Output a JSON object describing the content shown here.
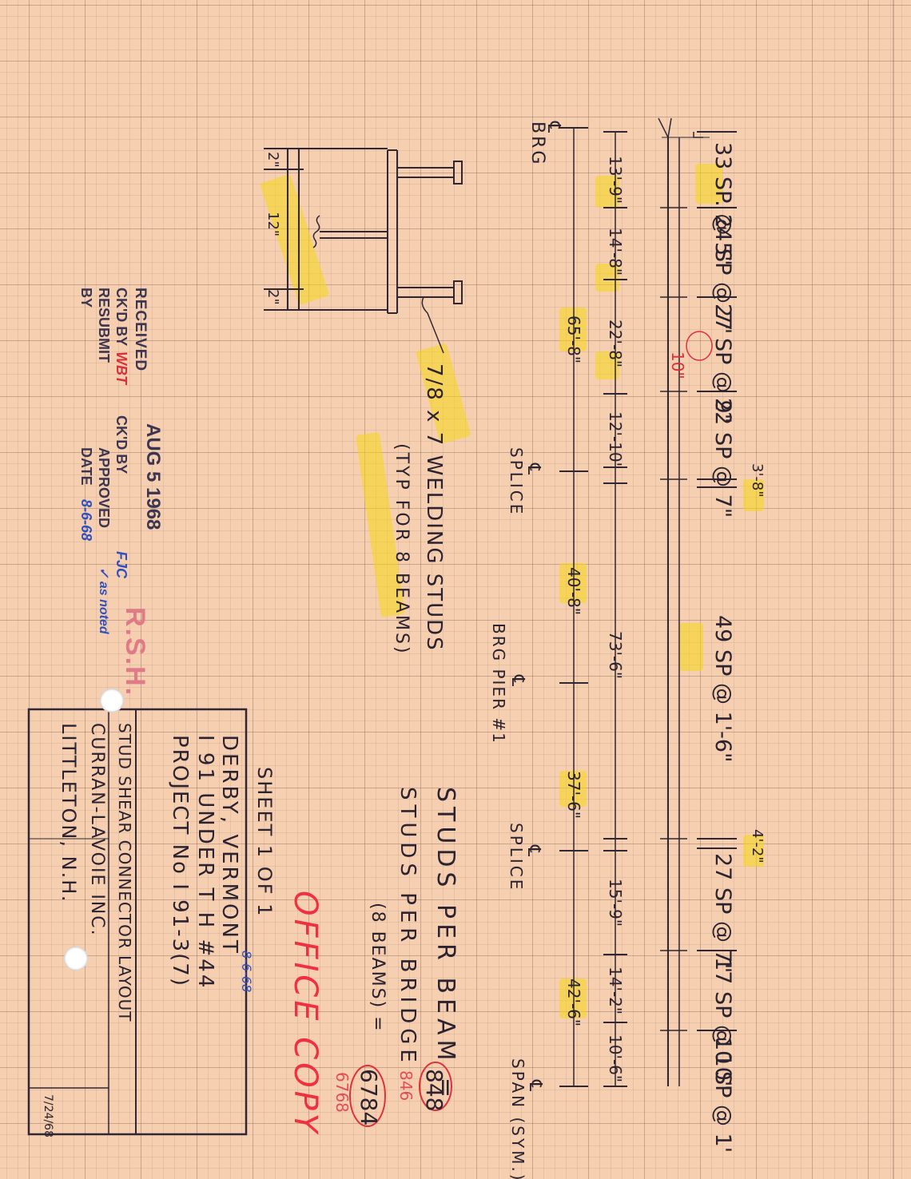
{
  "spans": [
    "33 SP. @ 5\"",
    "24 SP @ 7\"",
    "27 SP @ 9\"",
    "22 SP @ 7\"",
    "49 SP @ 1'-6\"",
    "27 SP @ 7\"",
    "17 SP @ 10\"",
    "10 SP @ 1'"
  ],
  "span_correction": "10\"",
  "gap_labels": [
    "3'-8\"",
    "4'-2\""
  ],
  "dims_inner": [
    "13'-9\"",
    "14'-8\"",
    "22'-8\"",
    "12'-10\"",
    "73'-6\"",
    "15'-9\"",
    "14'-2\"",
    "10'-6\""
  ],
  "dims_outer": [
    "65'-8\"",
    "40'-8\"",
    "37'-6\"",
    "42'-6\""
  ],
  "centerlines": {
    "brg": "BRG",
    "splice": "SPLICE",
    "pier": "BRG PIER #1",
    "span": "SPAN (SYM.)",
    "cl": "℄"
  },
  "section": {
    "flange_left": "2\"",
    "spacing": "12\"",
    "flange_right": "2\""
  },
  "studs_note": {
    "line1": "7/8 x 7 WELDING STUDS",
    "line2": "(TYP FOR 8 BEAMS)"
  },
  "totals": {
    "per_beam_label": "STUDS PER BEAM =",
    "per_beam_value": "848",
    "per_beam_revised": "846",
    "per_bridge_label": "STUDS PER BRIDGE",
    "per_bridge_label2": "(8 BEAMS) =",
    "per_bridge_value": "6784",
    "per_bridge_revised": "6768"
  },
  "office_copy": "OFFICE COPY",
  "stamp": {
    "received": "RECEIVED",
    "date": "AUG 5 1968",
    "ckd_by_label": "CK'D BY",
    "ckd_by_value": "WBT",
    "ckd_by2_label": "CK'D BY",
    "ckd_by2_value": "FJC",
    "resubmit": "RESUBMIT",
    "approved_label": "APPROVED",
    "approved_value": "✓ as noted",
    "by_label": "BY",
    "date_label": "DATE",
    "date_value": "8-6-68",
    "initials_stamp": "R.S.H."
  },
  "title_block": {
    "line1": "DERBY, VERMONT",
    "line2": "I 91 UNDER T H #44",
    "line3": "PROJECT No I 91-3(7)",
    "line4": "STUD SHEAR CONNECTOR LAYOUT",
    "line5": "CURRAN-LAVOIE INC.",
    "line6": "LITTLETON, N.H.",
    "sheet": "SHEET 1 OF 1",
    "approval_date": "8-6-68",
    "corner_date": "7/24/68"
  }
}
